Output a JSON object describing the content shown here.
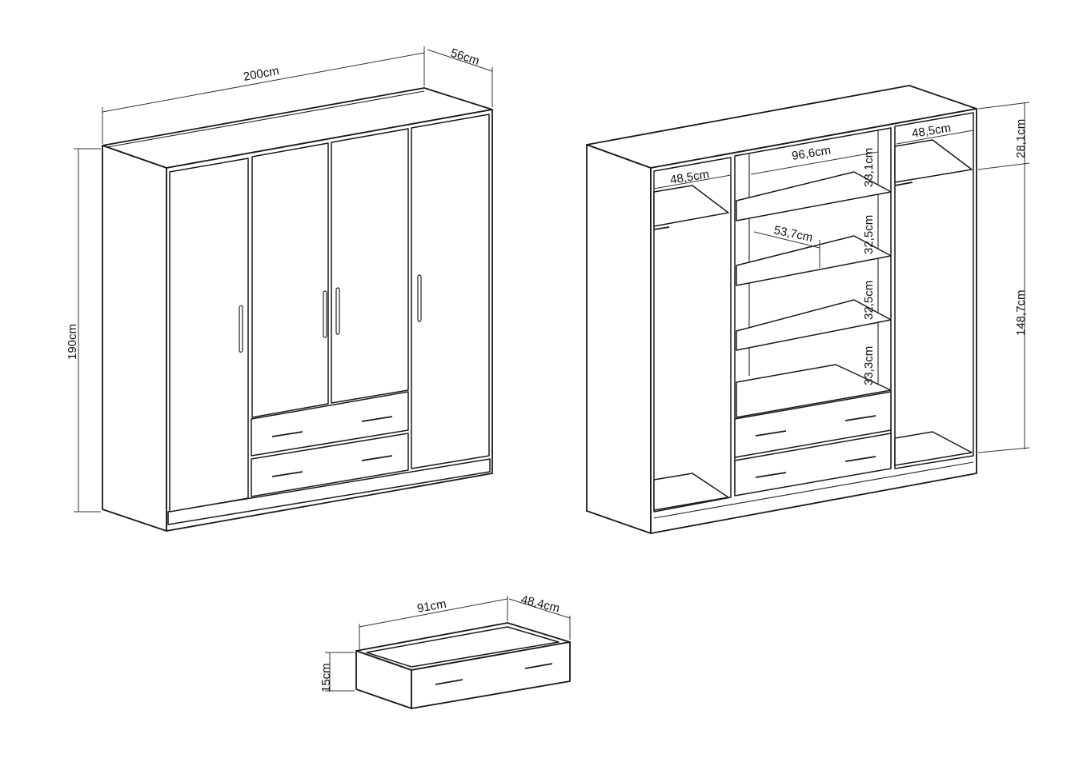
{
  "wardrobe_front": {
    "width_label": "200cm",
    "depth_label": "56cm",
    "height_label": "190cm"
  },
  "wardrobe_open": {
    "left_compartment_width": "48,5cm",
    "center_width": "96,6cm",
    "right_compartment_width": "48,5cm",
    "shelf_depth": "53,7cm",
    "shelf_gaps": [
      "33,1cm",
      "32,5cm",
      "32,5cm",
      "33,3cm"
    ],
    "top_height": "28,1cm",
    "hanging_height": "148,7cm"
  },
  "drawer": {
    "width_label": "91cm",
    "depth_label": "48,4cm",
    "height_label": "15cm"
  }
}
